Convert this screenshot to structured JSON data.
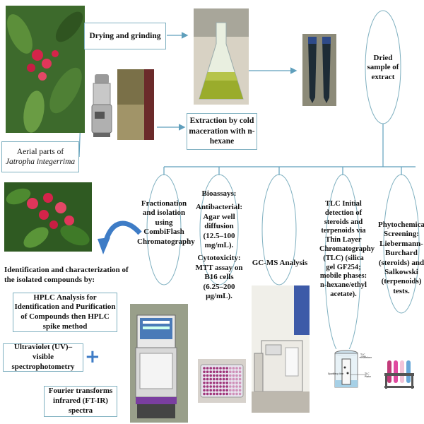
{
  "top": {
    "aerial_parts_prefix": "Aerial parts of ",
    "aerial_parts_italic": "Jatropha integerrima",
    "drying": "Drying and grinding",
    "extraction": "Extraction by cold maceration with n-hexane",
    "dried_sample": "Dried sample of extract"
  },
  "branches": {
    "fractionation": "Fractionation and isolation using CombiFlash Chromatography",
    "bioassays_title": "Bioassays:",
    "antibacterial": "Antibacterial: Agar well diffusion (12.5–100 mg/mL).",
    "cytotoxicity": "Cytotoxicity: MTT assay on B16 cells (6.25–200 µg/mL).",
    "gcms": "GC-MS Analysis",
    "tlc": "TLC Initial detection of steroids and terpenoids via Thin Layer Chromatography (TLC) (silica gel GF254; mobile phases: n-hexane/ethyl acetate).",
    "phyto": "Phytochemical Screening: Liebermann-Burchard (steroids) and Salkowski (terpenoids) tests."
  },
  "identification": {
    "heading": "Identification and characterization of the isolated compounds by:",
    "hplc": "HPLC Analysis for Identification and Purification of Compounds then HPLC spike method",
    "uv": "Ultraviolet (UV)–visible spectrophotometry",
    "plus": "+",
    "ftir": "Fourier transforms infrared (FT-IR) spectra"
  },
  "tlc_chamber_labels": {
    "chamber": "TLC Chamber",
    "plate": "TLC Plate",
    "spot": "Spotting line"
  },
  "colors": {
    "box_border": "#7fb0c0",
    "connector": "#5f9fbc",
    "arrow_blue": "#3e7cc6",
    "flower_red": "#d4244a",
    "leaf_green": "#3f6b2a"
  }
}
